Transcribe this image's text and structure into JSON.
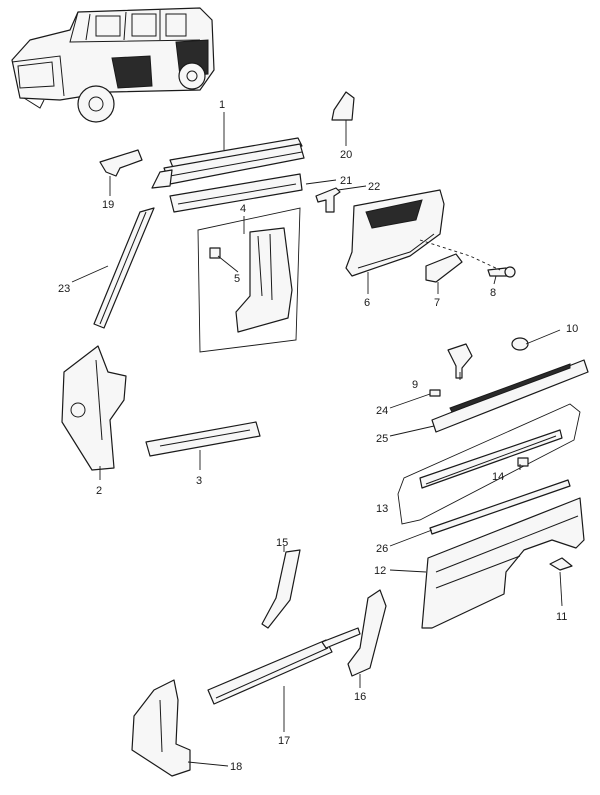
{
  "diagram": {
    "vehicle_icon": "vehicle-outline-icon",
    "callouts": [
      {
        "id": "1",
        "text": "1"
      },
      {
        "id": "2",
        "text": "2"
      },
      {
        "id": "3",
        "text": "3"
      },
      {
        "id": "4",
        "text": "4"
      },
      {
        "id": "5",
        "text": "5"
      },
      {
        "id": "6",
        "text": "6"
      },
      {
        "id": "7",
        "text": "7"
      },
      {
        "id": "8",
        "text": "8"
      },
      {
        "id": "9",
        "text": "9"
      },
      {
        "id": "10",
        "text": "10"
      },
      {
        "id": "11",
        "text": "11"
      },
      {
        "id": "12",
        "text": "12"
      },
      {
        "id": "13",
        "text": "13"
      },
      {
        "id": "14",
        "text": "14"
      },
      {
        "id": "15",
        "text": "15"
      },
      {
        "id": "16",
        "text": "16"
      },
      {
        "id": "17",
        "text": "17"
      },
      {
        "id": "18",
        "text": "18"
      },
      {
        "id": "19",
        "text": "19"
      },
      {
        "id": "20",
        "text": "20"
      },
      {
        "id": "21",
        "text": "21"
      },
      {
        "id": "22",
        "text": "22"
      },
      {
        "id": "23",
        "text": "23"
      },
      {
        "id": "24",
        "text": "24"
      },
      {
        "id": "25",
        "text": "25"
      },
      {
        "id": "26",
        "text": "26"
      }
    ]
  }
}
